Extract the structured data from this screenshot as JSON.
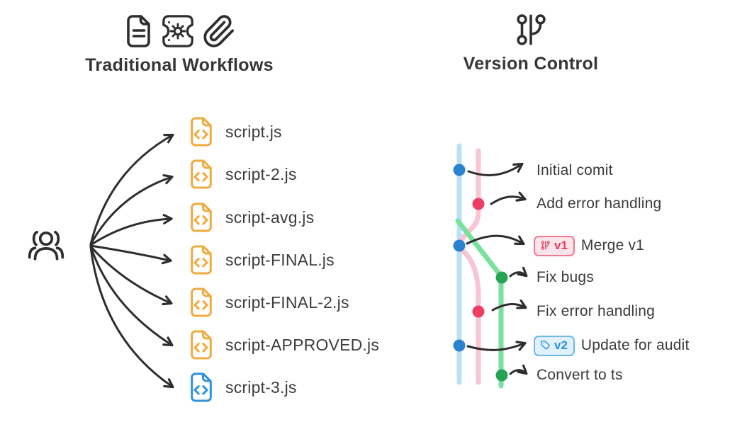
{
  "left_panel": {
    "title": "Traditional Workflows",
    "header_icons": [
      "document-icon",
      "settings-box-icon",
      "paperclip-icon"
    ],
    "source_icon": "people-group-icon",
    "files": [
      {
        "name": "script.js",
        "icon": "code-file-icon",
        "icon_color": "yellow"
      },
      {
        "name": "script-2.js",
        "icon": "code-file-icon",
        "icon_color": "yellow"
      },
      {
        "name": "script-avg.js",
        "icon": "code-file-icon",
        "icon_color": "yellow"
      },
      {
        "name": "script-FINAL.js",
        "icon": "code-file-icon",
        "icon_color": "yellow"
      },
      {
        "name": "script-FINAL-2.js",
        "icon": "code-file-icon",
        "icon_color": "yellow"
      },
      {
        "name": "script-APPROVED.js",
        "icon": "code-file-icon",
        "icon_color": "yellow"
      },
      {
        "name": "script-3.js",
        "icon": "code-file-icon",
        "icon_color": "blue"
      }
    ]
  },
  "right_panel": {
    "title": "Version Control",
    "header_icon": "git-branch-icon",
    "commits": [
      {
        "label": "Initial comit",
        "branch": "blue"
      },
      {
        "label": "Add error handling",
        "branch": "pink"
      },
      {
        "label": "Merge v1",
        "branch": "blue",
        "badge": {
          "text": "v1",
          "icon": "git-branch-icon",
          "color": "pink"
        }
      },
      {
        "label": "Fix bugs",
        "branch": "green"
      },
      {
        "label": "Fix error handling",
        "branch": "pink"
      },
      {
        "label": "Update for audit",
        "branch": "blue",
        "badge": {
          "text": "v2",
          "icon": "tag-icon",
          "color": "blue"
        }
      },
      {
        "label": "Convert to ts",
        "branch": "green"
      }
    ]
  },
  "colors": {
    "ink": "#2e2e2e",
    "text": "#3b3b3b",
    "file_icon_yellow": "#f0ab3e",
    "file_icon_blue": "#2f93dd",
    "lane_blue": "#b9e1f8",
    "lane_pink": "#f8c5d2",
    "lane_green": "#79e19e",
    "dot_blue": "#2b82d1",
    "dot_pink": "#ed3e66",
    "dot_green": "#28a355",
    "badge_v1_border": "#f27790",
    "badge_v1_bg": "#fce4eb",
    "badge_v1_text": "#e63c64",
    "badge_v2_border": "#6cb8ea",
    "badge_v2_bg": "#e0f1fc",
    "badge_v2_text": "#2a8ed6"
  }
}
